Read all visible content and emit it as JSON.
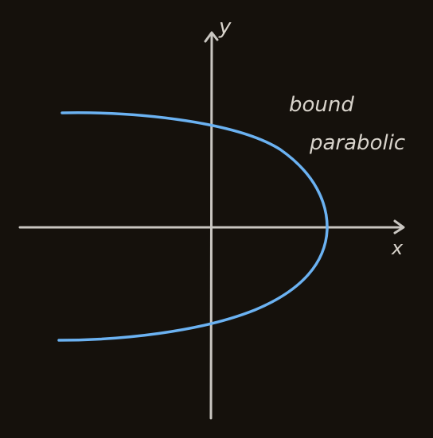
{
  "colors": {
    "background": "#15110c",
    "axis": "#c9c6c1",
    "curve": "#6bb2f2",
    "text": "#d9d4cc"
  },
  "axes": {
    "x_label": "x",
    "y_label": "y"
  },
  "annotation": {
    "line1": "bound",
    "line2": "parabolic"
  }
}
